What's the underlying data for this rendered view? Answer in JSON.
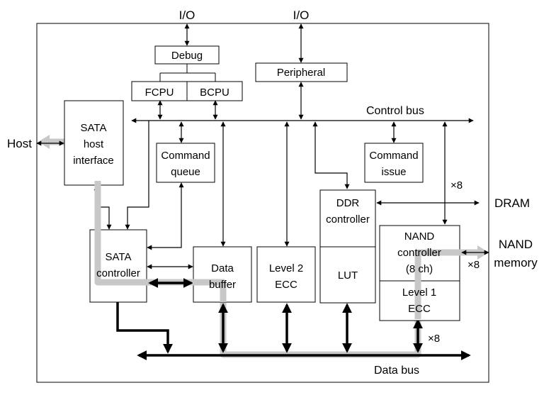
{
  "labels": {
    "io_left": "I/O",
    "io_right": "I/O",
    "host": "Host",
    "control_bus": "Control bus",
    "data_bus": "Data bus",
    "dram": "DRAM",
    "nand_memory_line1": "NAND",
    "nand_memory_line2": "memory",
    "x8_dram": "×8",
    "x8_nand": "×8",
    "x8_bottom": "×8"
  },
  "blocks": {
    "debug": "Debug",
    "fcpu": "FCPU",
    "bcpu": "BCPU",
    "peripheral": "Peripheral",
    "sata_host_interface": [
      "SATA",
      "host",
      "interface"
    ],
    "command_queue": [
      "Command",
      "queue"
    ],
    "command_issue": [
      "Command",
      "issue"
    ],
    "ddr_controller": [
      "DDR",
      "controller"
    ],
    "lut": "LUT",
    "nand_controller": [
      "NAND",
      "controller",
      "(8 ch)"
    ],
    "level1_ecc": [
      "Level 1",
      "ECC"
    ],
    "sata_controller": [
      "SATA",
      "controller"
    ],
    "data_buffer": [
      "Data",
      "buffer"
    ],
    "level2_ecc": [
      "Level 2",
      "ECC"
    ]
  }
}
